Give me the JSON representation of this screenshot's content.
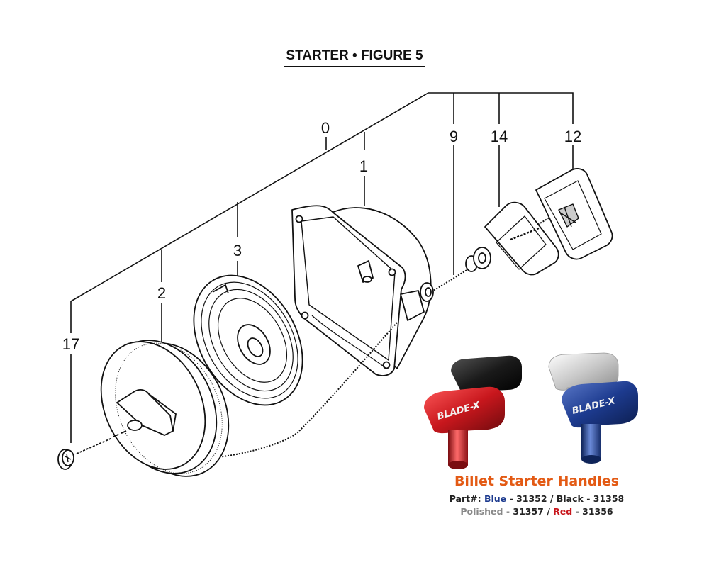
{
  "title": "STARTER •  FIGURE 5",
  "callouts": [
    {
      "id": "0",
      "label": "0"
    },
    {
      "id": "1",
      "label": "1"
    },
    {
      "id": "2",
      "label": "2"
    },
    {
      "id": "3",
      "label": "3"
    },
    {
      "id": "9",
      "label": "9"
    },
    {
      "id": "12",
      "label": "12"
    },
    {
      "id": "14",
      "label": "14"
    },
    {
      "id": "17",
      "label": "17"
    }
  ],
  "promo": {
    "title": "Billet Starter Handles",
    "part_prefix": "Part#:",
    "blue_label": "Blue",
    "blue_part": "31352",
    "black_label": "Black",
    "black_part": "31358",
    "polished_label": "Polished",
    "polished_part": "31357",
    "red_label": "Red",
    "red_part": "31356",
    "separator": " - ",
    "slash": " / ",
    "colors": {
      "title": "#e35a14",
      "blue": "#1d3b8f",
      "black": "#222222",
      "polished": "#888888",
      "red": "#c8171d"
    }
  }
}
